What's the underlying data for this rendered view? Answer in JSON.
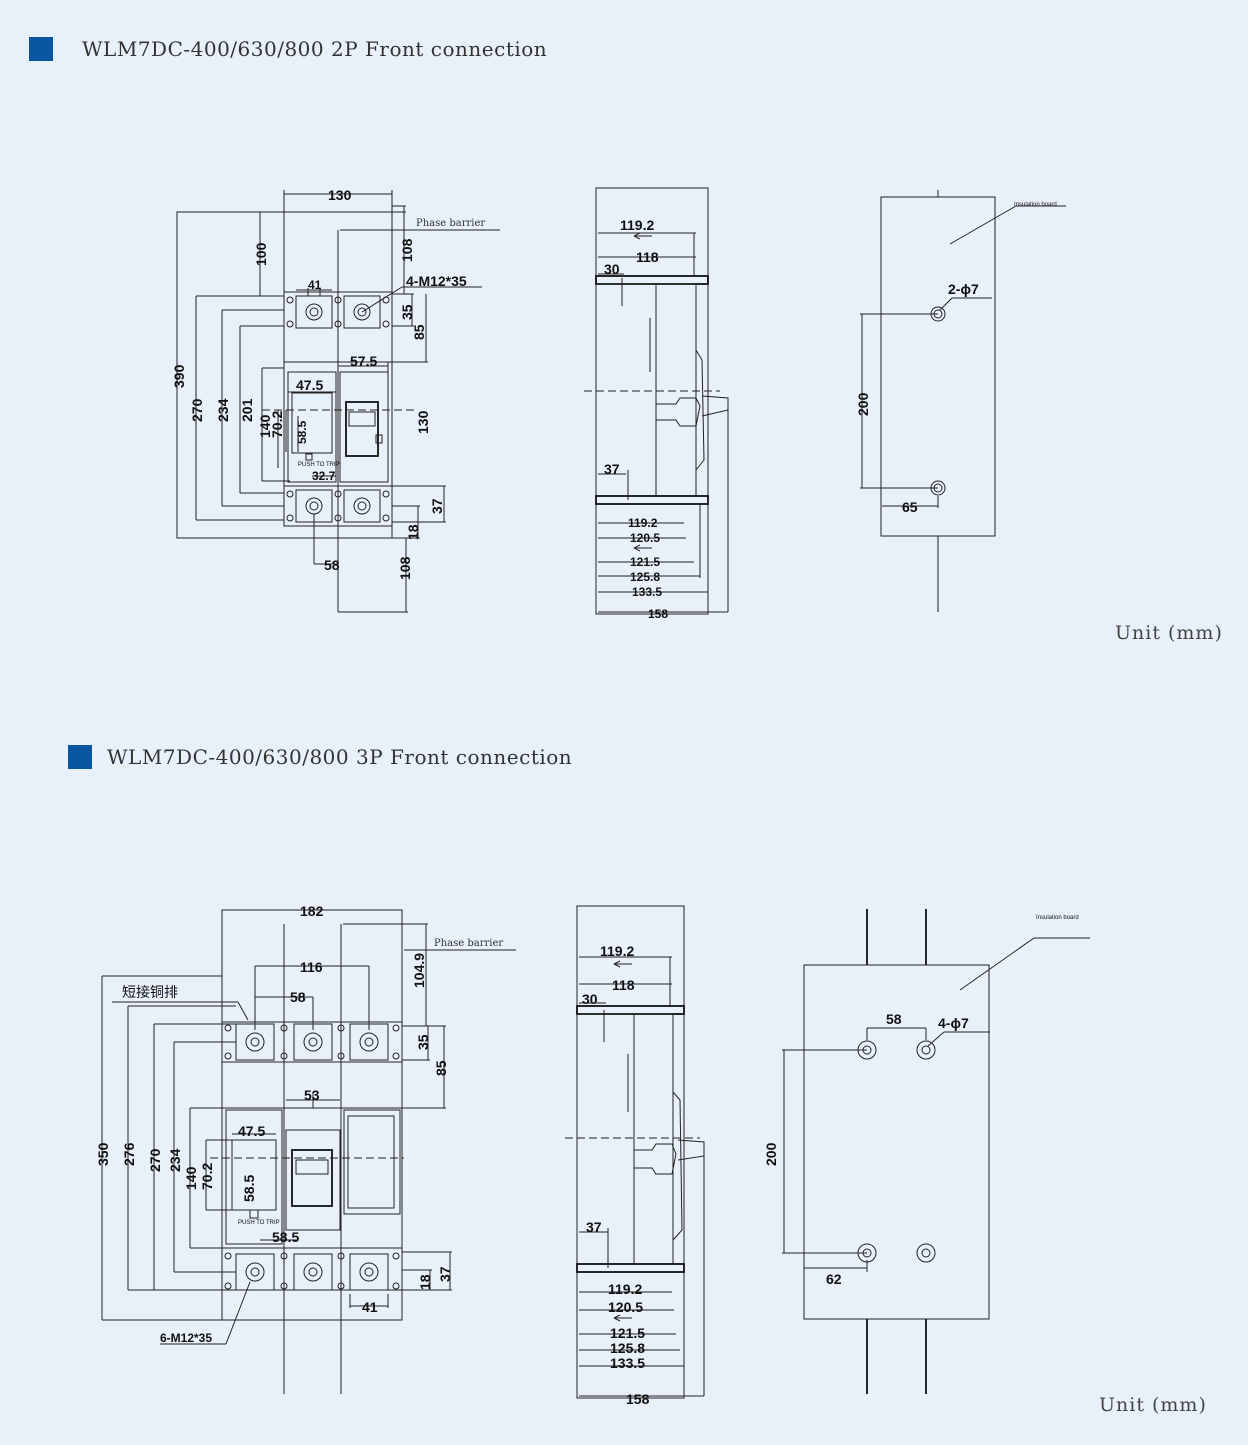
{
  "sections": [
    {
      "title": "WLM7DC-400/630/800 2P Front connection",
      "unit": "Unit (mm)",
      "front_view": {
        "phase_barrier_label": "Phase barrier",
        "terminal_screw_label": "4-M12*35",
        "dims": {
          "width_top": "130",
          "height_390": "390",
          "height_270": "270",
          "height_234": "234",
          "height_201": "201",
          "height_140": "140",
          "height_70_2": "70.2",
          "height_58_5": "58.5",
          "top_100": "100",
          "top_108": "108",
          "pitch_41": "41",
          "d35": "35",
          "d85": "85",
          "d57_5": "57.5",
          "d47_5": "47.5",
          "d32_7": "32.7",
          "d130_side": "130",
          "d37": "37",
          "d18": "18",
          "d58": "58",
          "bottom_108": "108",
          "push_to_trip": "PUSH TO TRIP"
        }
      },
      "side_view": {
        "dims": {
          "d119_2_top": "119.2",
          "d118": "118",
          "d30": "30",
          "d37": "37",
          "d119_2": "119.2",
          "d120_5": "120.5",
          "d121_5": "121.5",
          "d125_8": "125.8",
          "d133_5": "133.5",
          "d158": "158"
        }
      },
      "board_view": {
        "insulation_label": "Insulation board",
        "hole_label": "2-ϕ7",
        "dims": {
          "d200": "200",
          "d65": "65"
        }
      }
    },
    {
      "title": "WLM7DC-400/630/800 3P Front connection",
      "unit": "Unit (mm)",
      "front_view": {
        "phase_barrier_label": "Phase barrier",
        "busbar_label": "短接铜排",
        "terminal_screw_label": "6-M12*35",
        "dims": {
          "width_top": "182",
          "d116": "116",
          "d58": "58",
          "d104_9": "104.9",
          "d35": "35",
          "d85": "85",
          "d53": "53",
          "d47_5": "47.5",
          "d58_5": "58.5",
          "d58_5b": "58.5",
          "height_350": "350",
          "height_276": "276",
          "height_270": "270",
          "height_234": "234",
          "height_140": "140",
          "height_70_2": "70.2",
          "d37": "37",
          "d18": "18",
          "d41": "41",
          "push_to_trip": "PUSH TO TRIP"
        }
      },
      "side_view": {
        "dims": {
          "d119_2_top": "119.2",
          "d118": "118",
          "d30": "30",
          "d37": "37",
          "d119_2": "119.2",
          "d120_5": "120.5",
          "d121_5": "121.5",
          "d125_8": "125.8",
          "d133_5": "133.5",
          "d158": "158"
        }
      },
      "board_view": {
        "insulation_label": "Insulation board",
        "hole_label": "4-ϕ7",
        "dims": {
          "d58": "58",
          "d200": "200",
          "d62": "62"
        }
      }
    }
  ]
}
